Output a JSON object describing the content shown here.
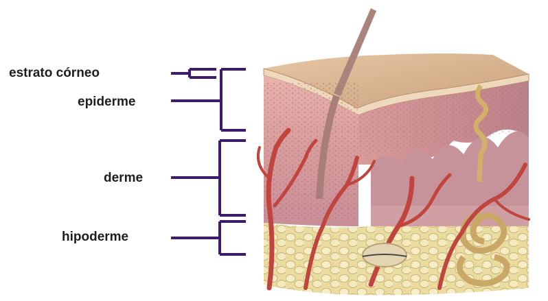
{
  "labels": {
    "stratum": "estrato córneo",
    "epidermis": "epiderme",
    "dermis": "derme",
    "hypodermis": "hipoderme"
  },
  "colors": {
    "bracket": "#3d1a6b",
    "text": "#1e1e1e"
  }
}
